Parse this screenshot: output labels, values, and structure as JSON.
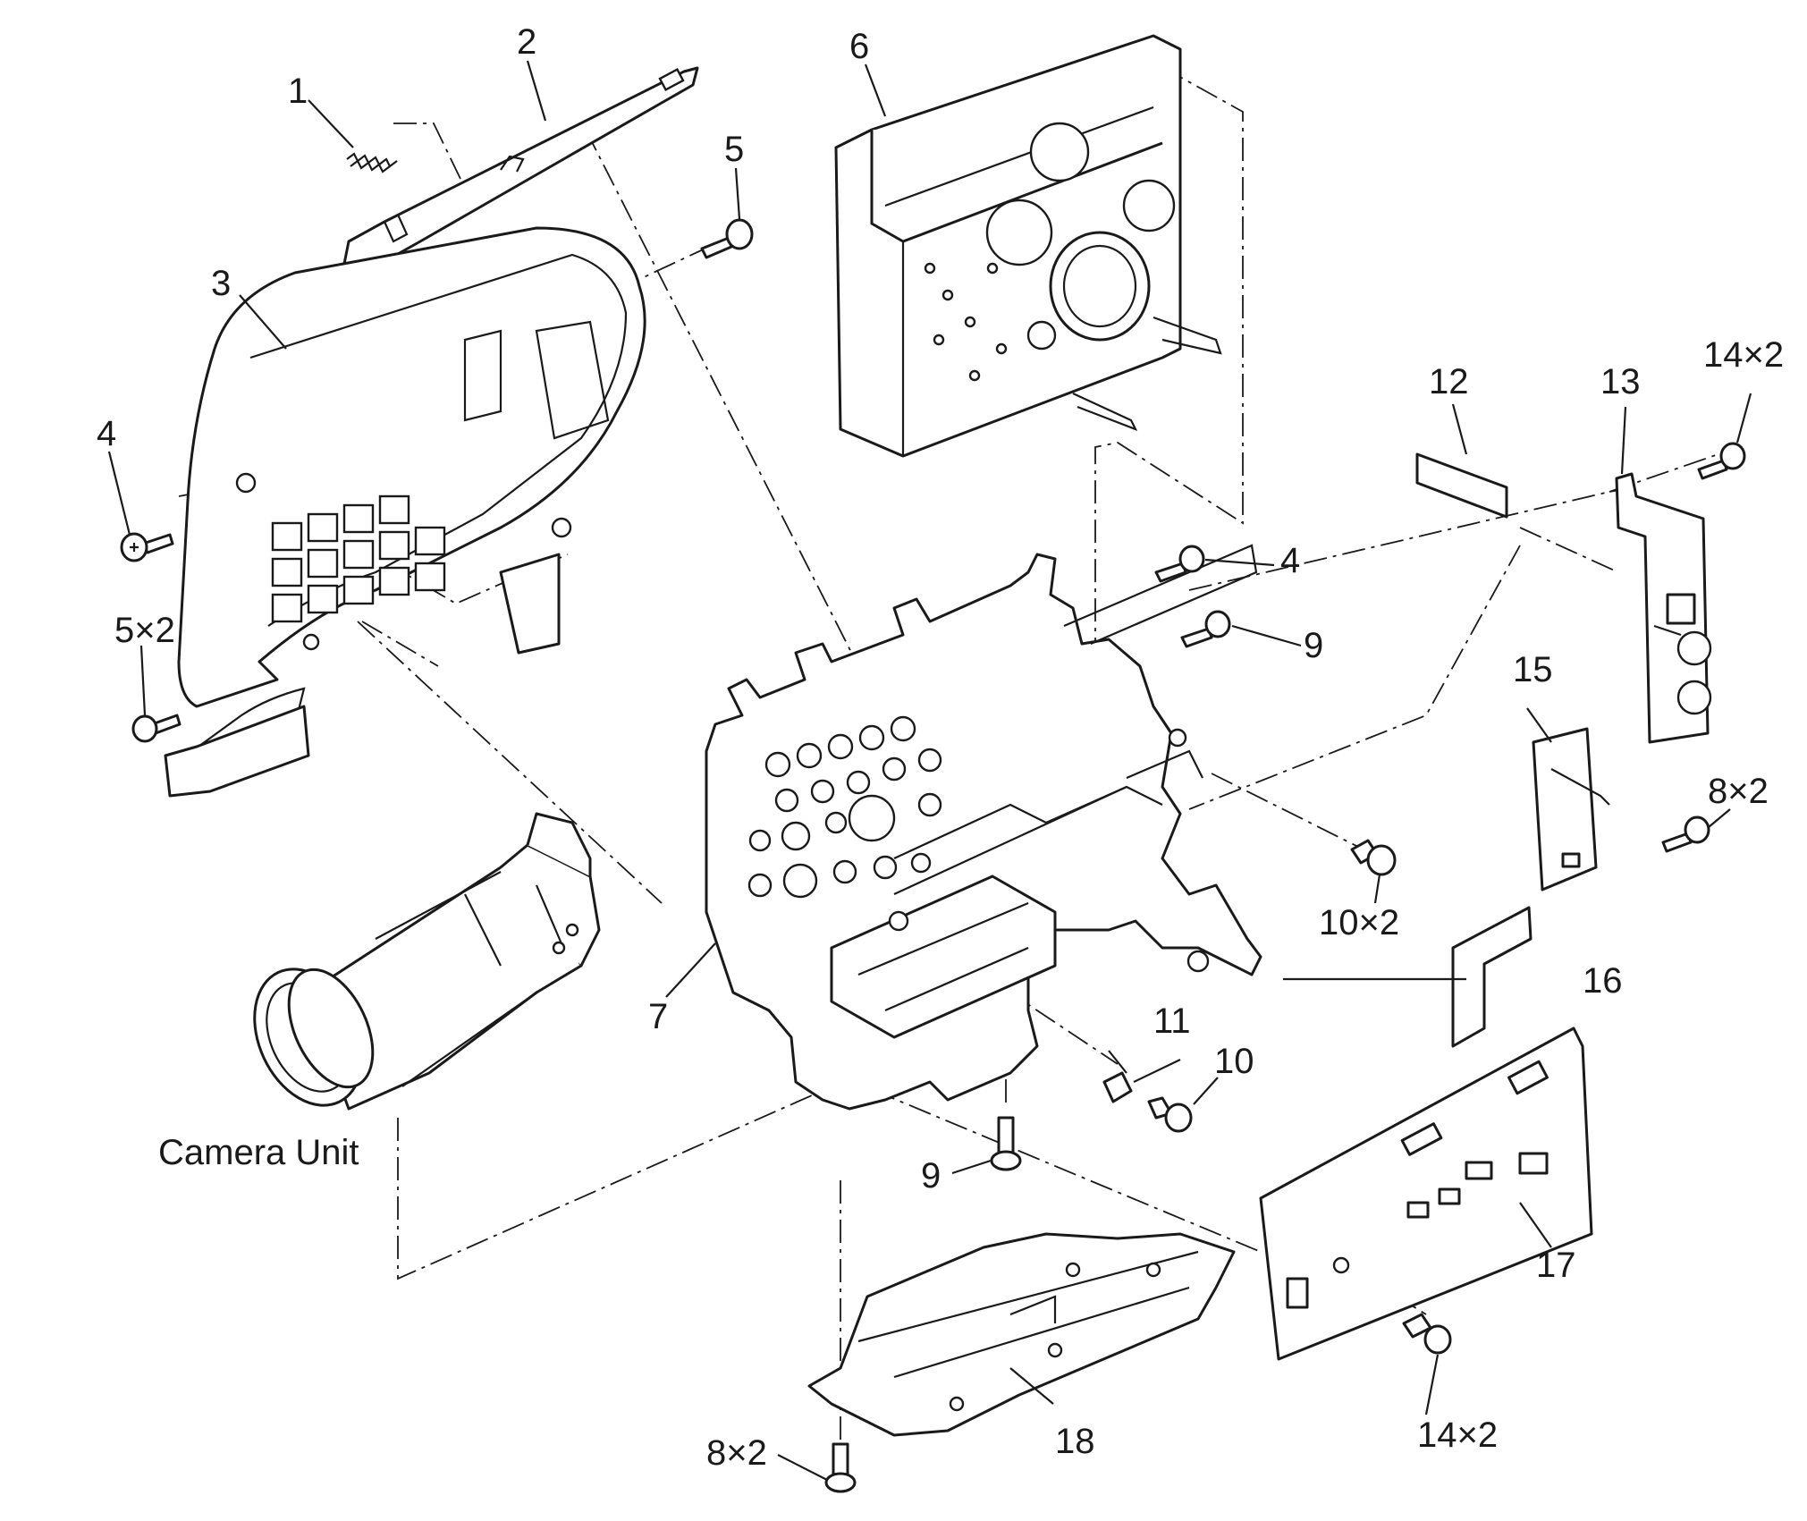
{
  "diagram": {
    "callouts": {
      "c1": "1",
      "c2": "2",
      "c3": "3",
      "c4a": "4",
      "c4b": "4",
      "c5a": "5",
      "c5b": "5×2",
      "c6": "6",
      "c7": "7",
      "c8a": "8×2",
      "c8b": "8×2",
      "c9a": "9",
      "c9b": "9",
      "c10a": "10×2",
      "c10b": "10",
      "c11": "11",
      "c12": "12",
      "c13": "13",
      "c14a": "14×2",
      "c14b": "14×2",
      "c15": "15",
      "c16": "16",
      "c17": "17",
      "c18": "18"
    },
    "camera_unit_label": "Camera Unit"
  }
}
